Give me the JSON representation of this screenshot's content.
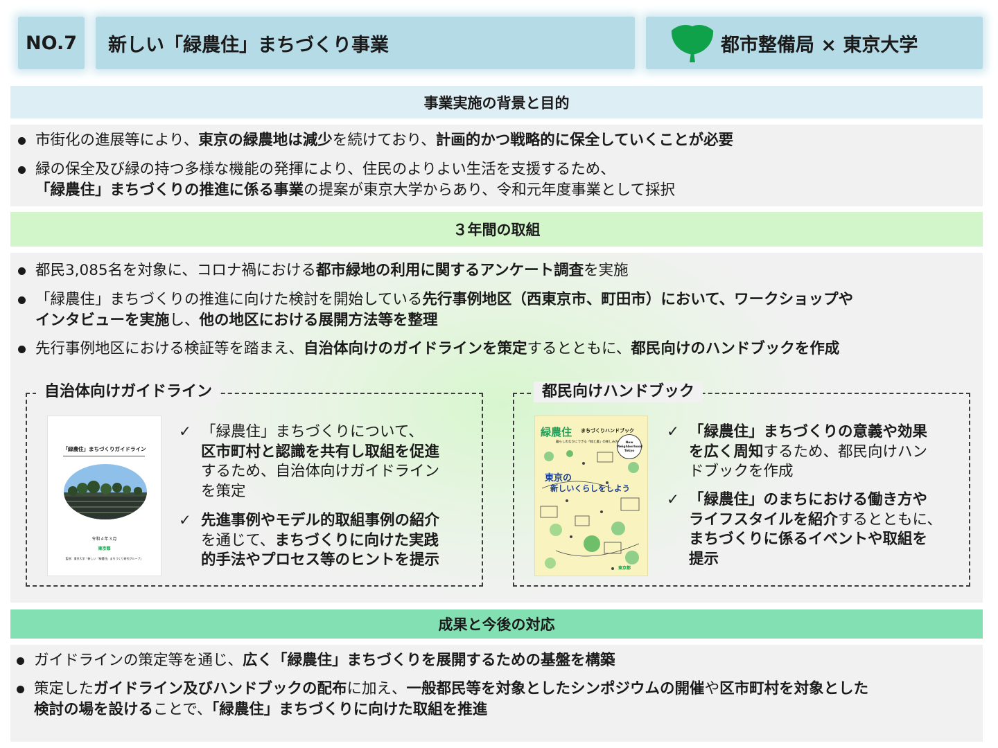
{
  "header": {
    "number": "NO.7",
    "title": "新しい「緑農住」まちづくり事業",
    "org": "都市整備局 × 東京大学"
  },
  "sections": {
    "background_title": "事業実施の背景と目的",
    "activities_title": "３年間の取組",
    "results_title": "成果と今後の対応"
  },
  "background": [
    [
      "市街化の進展等により、",
      "東京の緑農地は減少",
      "を続けており、",
      "計画的かつ戦略的に保全していくことが必要"
    ],
    [
      "緑の保全及び緑の持つ多様な機能の発揮により、住民のよりよい生活を支援するため、"
    ],
    [
      "「緑農住」まちづくりの推進に係る事業",
      "の提案が東京大学からあり、令和元年度事業として採択"
    ]
  ],
  "activities": [
    [
      "都民3,085名を対象に、コロナ禍における",
      "都市緑地の利用に関するアンケート調査",
      "を実施"
    ],
    [
      "「緑農住」まちづくりの推進に向けた検討を開始している",
      "先行事例地区（西東京市、町田市）において、ワークショップや"
    ],
    [
      "インタビューを実施",
      "し、",
      "他の地区における展開方法等を整理"
    ],
    [
      "先行事例地区における検証等を踏まえ、",
      "自治体向けのガイドラインを策定",
      "するとともに、",
      "都民向けのハンドブックを作成"
    ]
  ],
  "guideline": {
    "title": "自治体向けガイドライン",
    "check_mark": "✓",
    "item1": [
      "「緑農住」まちづくりについて、",
      "区市町村と認識を共有し取組を促進",
      "するため、自治体向けガイドライン",
      "を策定"
    ],
    "item2": [
      "先進事例やモデル的取組事例の紹介",
      "を通じて、",
      "まちづくりに向けた実践",
      "的手法やプロセス等のヒントを提示"
    ],
    "cover": {
      "title": "「緑農住」まちづくりガイドライン",
      "date": "令和４年３月",
      "publisher": "東京都",
      "credit": "監修：東京大学「新しい「緑農住」まちづくり研究グループ」"
    }
  },
  "handbook": {
    "title": "都民向けハンドブック",
    "check_mark": "✓",
    "item1": [
      "「緑農住」まちづくりの意義や効果",
      "を広く周知",
      "するため、都民向けハン",
      "ドブックを作成"
    ],
    "item2": [
      "「緑農住」のまちにおける働き方や",
      "ライフスタイルを紹介",
      "するとともに、",
      "まちづくりに係るイベントや取組を",
      "提示"
    ],
    "cover": {
      "brand": "緑農住",
      "subtitle": "まちづくりハンドブック",
      "tagline": "暮らしのなかにできる「緑と農」の楽しみ方",
      "badge": "New Neighborhood Tokyo",
      "headline1": "東京の",
      "headline2": "新しいくらしをしよう",
      "publisher": "東京都"
    }
  },
  "results": [
    [
      "ガイドラインの策定等を通じ、",
      "広く「緑農住」まちづくりを展開するための基盤を構築"
    ],
    [
      "策定した",
      "ガイドライン及びハンドブックの配布",
      "に加え、",
      "一般都民等を対象としたシンポジウムの開催",
      "や",
      "区市町村を対象とした"
    ],
    [
      "検討の場を設ける",
      "ことで、",
      "「緑農住」まちづくりに向けた取組を推進"
    ]
  ],
  "colors": {
    "header": "#b5dbe6",
    "bar_background": "#ddeef4",
    "bar_activities": "#d2f6c9",
    "bar_results": "#82e0b3",
    "panel": "#f1f1f1",
    "logo_green": "#0fa24a"
  },
  "icons": [
    "ginkgo-logo-icon",
    "bullet-dot-icon",
    "check-icon"
  ]
}
